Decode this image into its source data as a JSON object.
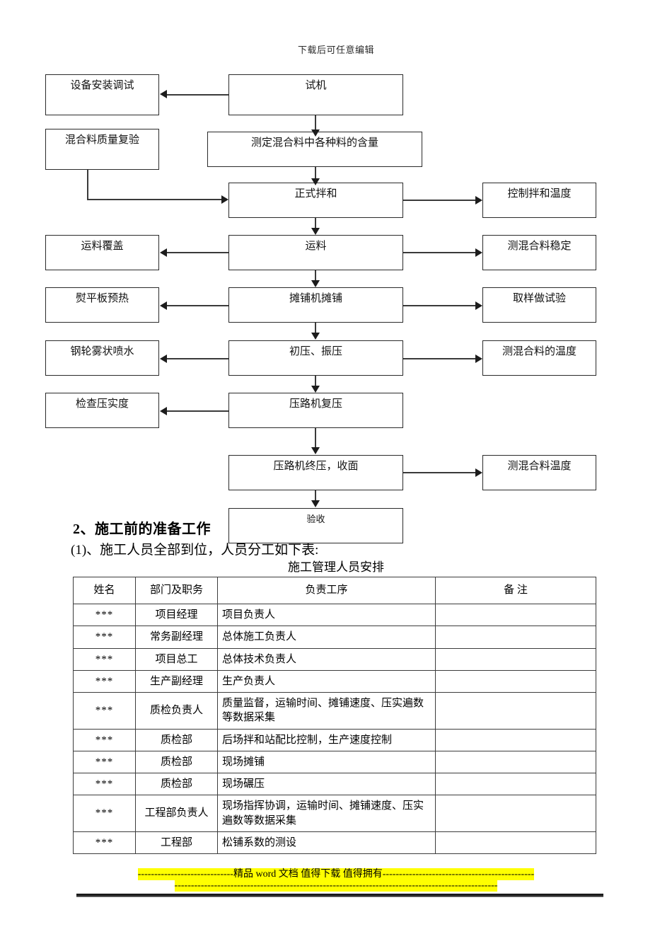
{
  "header": {
    "text": "下载后可任意编辑"
  },
  "flowchart": {
    "nodes": {
      "equip_install": "设备安装调试",
      "trial_run": "试机",
      "mix_quality_recheck": "混合料质量复验",
      "measure_content": "测定混合料中各种料的含量",
      "formal_mixing": "正式拌和",
      "control_mix_temp": "控制拌和温度",
      "haul_cover": "运料覆盖",
      "hauling": "运料",
      "measure_mix_stability": "测混合料稳定",
      "screed_preheat": "熨平板预热",
      "paver_paving": "摊铺机摊铺",
      "sampling_test": "取样做试验",
      "steel_wheel_spray": "钢轮雾状喷水",
      "initial_vibration_press": "初压、振压",
      "measure_mix_temp_a": "测混合料的温度",
      "check_compaction": "检查压实度",
      "roller_repress": "压路机复压",
      "roller_final_press": "压路机终压，收面",
      "measure_mix_temp_b": "测混合料温度",
      "acceptance": "验收"
    }
  },
  "body": {
    "heading_2": "2、施工前的准备工作",
    "paragraph_1": "(1)、施工人员全部到位，人员分工如下表:",
    "table_caption": "施工管理人员安排"
  },
  "table": {
    "headers": [
      "姓名",
      "部门及职务",
      "负责工序",
      "备 注"
    ],
    "rows": [
      {
        "name": "***",
        "dept": "项目经理",
        "duty": "项目负责人",
        "remark": ""
      },
      {
        "name": "***",
        "dept": "常务副经理",
        "duty": "总体施工负责人",
        "remark": ""
      },
      {
        "name": "***",
        "dept": "项目总工",
        "duty": "总体技术负责人",
        "remark": ""
      },
      {
        "name": "***",
        "dept": "生产副经理",
        "duty": "生产负责人",
        "remark": ""
      },
      {
        "name": "***",
        "dept": "质检负责人",
        "duty": "质量监督，运输时间、摊铺速度、压实遍数等数据采集",
        "remark": ""
      },
      {
        "name": "***",
        "dept": "质检部",
        "duty": "后场拌和站配比控制，生产速度控制",
        "remark": ""
      },
      {
        "name": "***",
        "dept": "质检部",
        "duty": "现场摊铺",
        "remark": ""
      },
      {
        "name": "***",
        "dept": "质检部",
        "duty": "现场碾压",
        "remark": ""
      },
      {
        "name": "***",
        "dept": "工程部负责人",
        "duty": "现场指挥协调，运输时间、摊铺速度、压实遍数等数据采集",
        "remark": ""
      },
      {
        "name": "***",
        "dept": "工程部",
        "duty": "松铺系数的测设",
        "remark": ""
      }
    ]
  },
  "footer": {
    "dashes_left": "-----------------------------",
    "text": "精品 word 文档 值得下载 值得拥有",
    "dashes_right": "----------------------------------------------",
    "dashes_second_line": "--------------------------------------------------------------------------------------------------"
  }
}
